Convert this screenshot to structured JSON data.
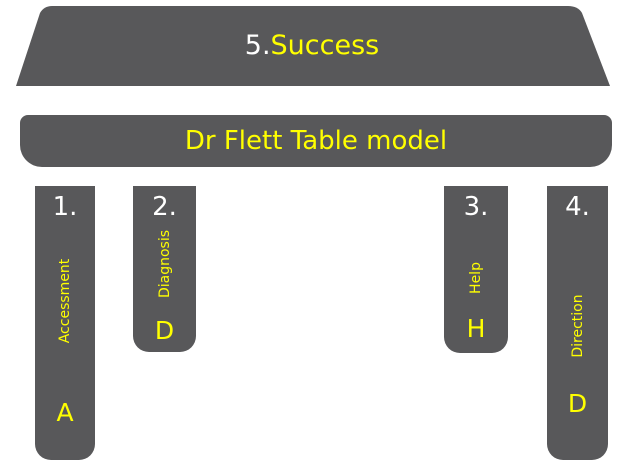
{
  "title": {
    "number": "5.",
    "text": "Success"
  },
  "table_label": "Dr Flett Table model",
  "legs": [
    {
      "number": "1.",
      "word": "Accessment",
      "letter": "A"
    },
    {
      "number": "2.",
      "word": "Diagnosis",
      "letter": "D"
    },
    {
      "number": "3.",
      "word": "Help",
      "letter": "H"
    },
    {
      "number": "4.",
      "word": "Direction",
      "letter": "D"
    }
  ],
  "colors": {
    "shape_fill": "#58585a",
    "label_text": "#ffff00",
    "number_text": "#ffffff"
  }
}
